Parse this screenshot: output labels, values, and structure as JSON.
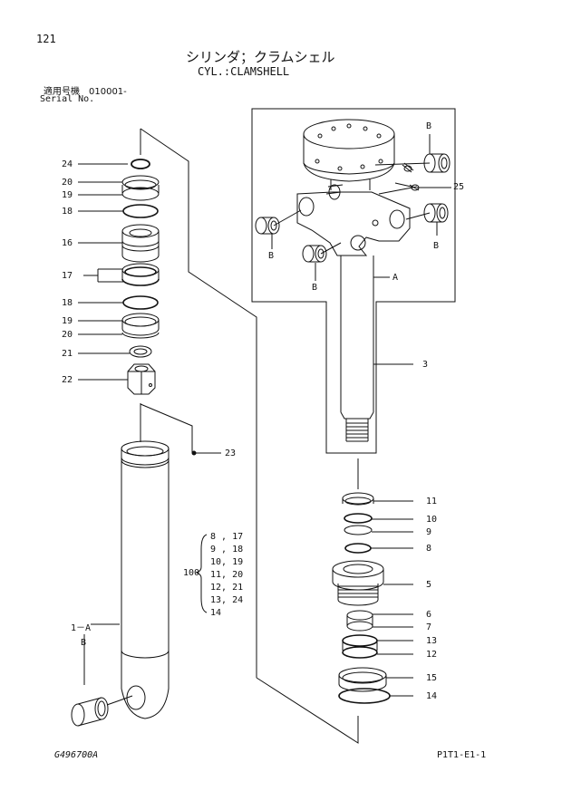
{
  "page": "121",
  "title_jp": "シリンダ；クラムシェル",
  "title_en": "CYL.:CLAMSHELL",
  "serial_jp": "適用号機　010001-",
  "serial_en": "Serial No.",
  "drawing_no": "G496700A",
  "ref_code": "P1T1-E1-1",
  "labels": {
    "l24": "24",
    "l20a": "20",
    "l19a": "19",
    "l18a": "18",
    "l16": "16",
    "l17": "17",
    "l18b": "18",
    "l19b": "19",
    "l20b": "20",
    "l21": "21",
    "l22": "22",
    "l23": "23",
    "r11": "11",
    "r10": "10",
    "r9": "9",
    "r8": "8",
    "r5": "5",
    "r6": "6",
    "r7": "7",
    "r13": "13",
    "r12": "12",
    "r15": "15",
    "r14": "14",
    "r3": "3",
    "r25": "25",
    "a_rod": "A",
    "a_tube": "1－A",
    "b_tube": "B",
    "b1": "B",
    "b2": "B",
    "b3": "B",
    "b4": "B"
  },
  "kit": {
    "number": "100",
    "rows": [
      "8 , 17",
      "9 , 18",
      "10, 19",
      "11, 20",
      "12, 21",
      "13, 24",
      "14"
    ]
  }
}
